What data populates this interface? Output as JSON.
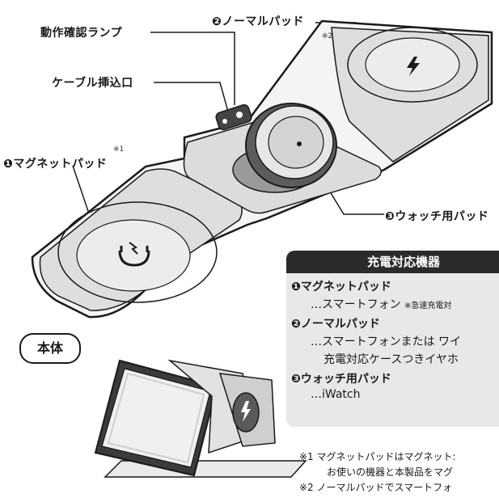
{
  "callouts": {
    "lamp": "動作確認ランプ",
    "normal_pad": "❷ノーマルパッド",
    "normal_note": "※2",
    "cable_port": "ケーブル挿込口",
    "magnet_note": "※1",
    "magnet_pad": "❶マグネットパッド",
    "watch_pad": "❸ウォッチ用パッド",
    "main_body": "本体"
  },
  "panel": {
    "title": "充電対応機器",
    "lines": [
      "❶マグネットパッド",
      "…スマートフォン",
      "❷ノーマルパッド",
      "…スマートフォンまたは ワイ",
      "充電対応ケースつきイヤホ",
      "❸ウォッチ用パッド",
      "…iWatch"
    ],
    "fast_charge_note": "※急速充電対"
  },
  "footnotes": [
    "※1 マグネットパッドはマグネット:",
    "お使いの機器と本製品をマグ",
    "※2 ノーマルパッドでスマートフォ"
  ],
  "icons": [
    "magnet-icon",
    "lightning-icon",
    "watch-puck-icon",
    "phone-icon"
  ]
}
